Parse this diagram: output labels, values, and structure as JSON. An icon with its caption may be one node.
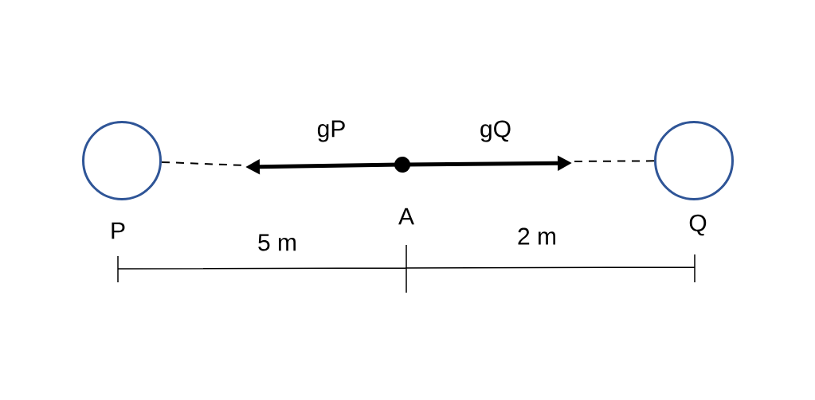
{
  "diagram": {
    "nodes": [
      {
        "text": [
          "P"
        ]
      },
      {
        "text": [
          "Q"
        ]
      }
    ],
    "edges": [
      {
        "from": 0,
        "to": null,
        "arrow": "none",
        "style": "dashed"
      },
      {
        "from": 1,
        "to": null,
        "arrow": "none",
        "style": "dashed"
      }
    ],
    "labels": [
      "gP",
      "gQ",
      "A",
      "5 m",
      "2 m"
    ]
  }
}
